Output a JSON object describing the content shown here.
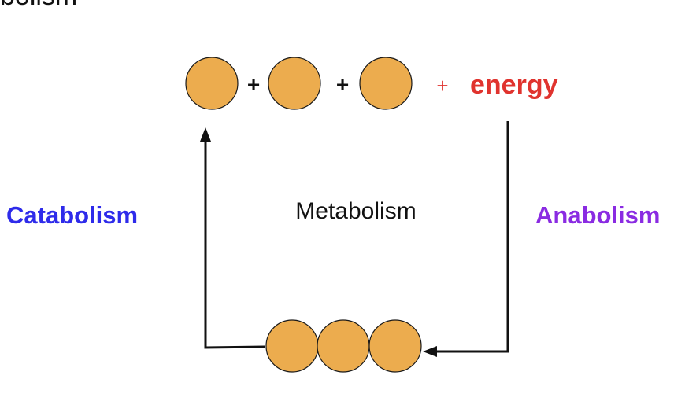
{
  "header": {
    "title_fragment": "bolism"
  },
  "diagram": {
    "center_label": "Metabolism",
    "left_process": "Catabolism",
    "right_process": "Anabolism",
    "plus_sign": "+",
    "energy_plus": "+",
    "energy_label": "energy"
  },
  "colors": {
    "molecule_fill": "#ECAC4E",
    "molecule_stroke": "#1a1a1a",
    "catabolism": "#2E2BEA",
    "anabolism": "#8A2BE2",
    "energy": "#E0332E",
    "arrows": "#111111"
  },
  "icons": {
    "monomer": "circle",
    "polymer": "three-circle-chain",
    "arrowhead": "triangle"
  }
}
